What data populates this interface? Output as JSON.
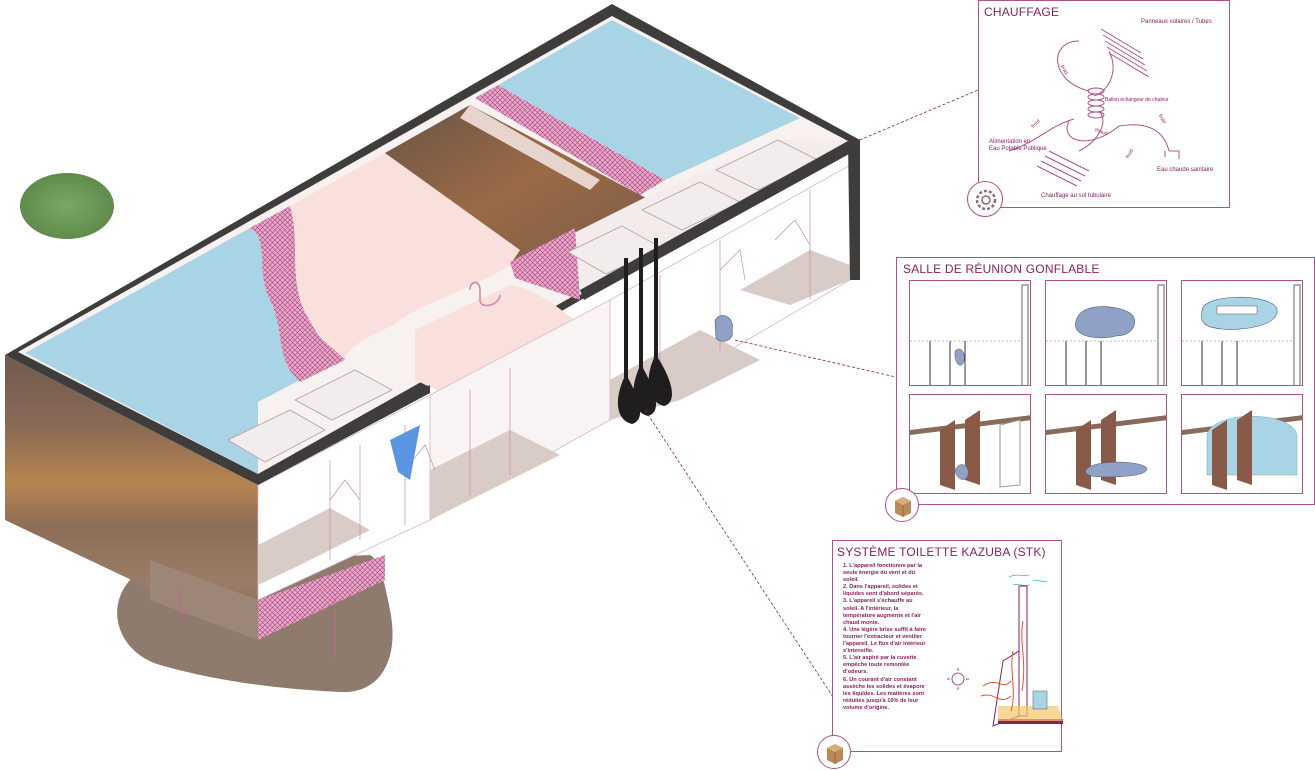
{
  "heating": {
    "title": "CHAUFFAGE",
    "labels": {
      "solar_panels": "Panneaux solaires / Tubes",
      "heat_exchanger": "Ballon échangeur de chaleur",
      "water_supply": "Alimentation en\nEau Potable Publique",
      "hot_water": "Eau chaude sanitaire",
      "floor_heating": "Chauffage au sol tubulaire",
      "froid_1": "froid",
      "froid_2": "froid",
      "froid_3": "froid",
      "froid_4": "froid",
      "chaud": "chaud"
    },
    "icon": "gear-icon"
  },
  "meeting": {
    "title": "SALLE DE RÉUNION GONFLABLE",
    "icon": "box-icon"
  },
  "toilet": {
    "title": "SYSTÈME TOILETTE KAZUBA (STK)",
    "steps": [
      "1. L'appareil fonctionne par la seule énergie du vent et du soleil.",
      "2. Dans l'appareil, solides et liquides sont d'abord séparés.",
      "3. L'appareil s'échauffe au soleil. A l'intérieur, la température augmente et l'air chaud monte.",
      "4. Une légère brise suffit à faire tourner l'extracteur et ventiler l'appareil. Le flux d'air intérieur s'intensifie.",
      "5. L'air aspiré par la cuvette empêche toute remontée d'odeurs.",
      "6. Un courant d'air constant assèche les solides et évapore les liquides. Les matières sont réduites jusqu'à 10% de leur volume d'origine."
    ],
    "icon": "box-icon"
  },
  "colors": {
    "roof": "#3f3c3c",
    "water": "#a9d4e6",
    "blush": "#f9e0dc",
    "magenta": "#b0528a",
    "earth": "#8a6a55",
    "grass": "#6e9a56"
  }
}
